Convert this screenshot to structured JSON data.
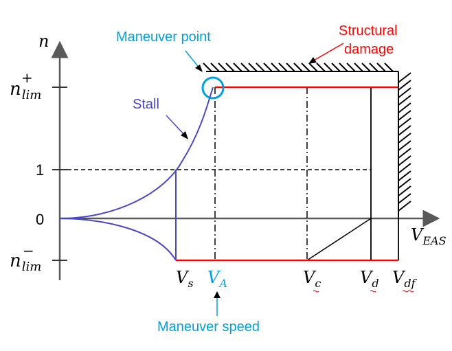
{
  "axes": {
    "y_label": "n",
    "x_label_main": "V",
    "x_label_sub": "EAS"
  },
  "y_ticks": {
    "n_lim_plus_base": "n",
    "n_lim_plus_sub": "lim",
    "n_lim_plus_sup": "+",
    "one": "1",
    "zero": "0",
    "n_lim_minus_base": "n",
    "n_lim_minus_sub": "lim",
    "n_lim_minus_sup": "−"
  },
  "x_ticks": {
    "vs_main": "V",
    "vs_sub": "s",
    "va_main": "V",
    "va_sub": "A",
    "vc_main": "V",
    "vc_sub": "c",
    "vd_main": "V",
    "vd_sub": "d",
    "vdf_main": "V",
    "vdf_sub": "df"
  },
  "annotations": {
    "maneuver_point": "Maneuver point",
    "structural_damage_line1": "Structural",
    "structural_damage_line2": "damage",
    "stall": "Stall",
    "maneuver_speed": "Maneuver speed"
  },
  "colors": {
    "axis": "#595959",
    "stall_curve": "#4a46c8",
    "limit_line": "#ff0000",
    "annotation_blue": "#00a0dc",
    "annotation_red": "#ff0000",
    "black": "#000000"
  }
}
